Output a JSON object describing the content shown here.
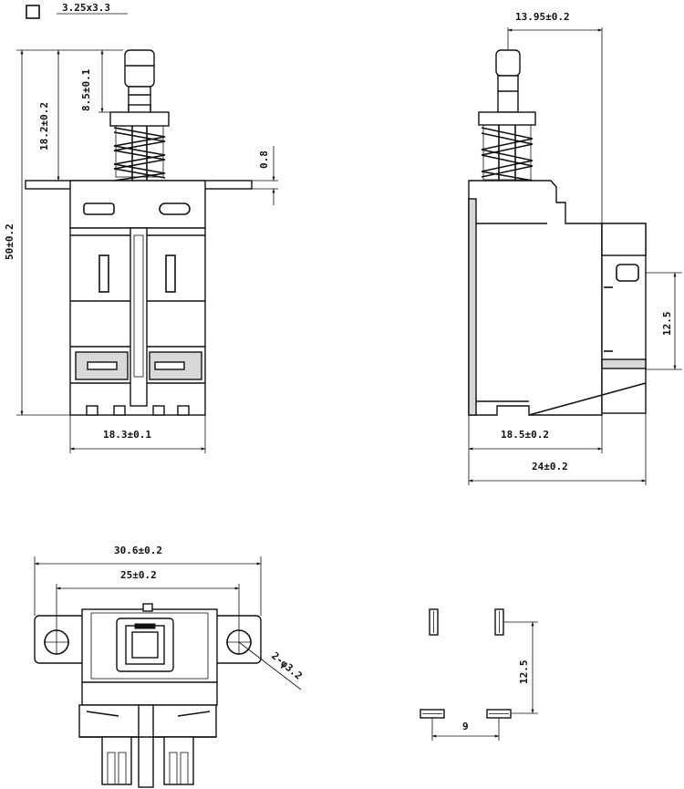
{
  "front_view": {
    "section_label": "3.25x3.3",
    "pushbutton_length": "8.5±0.1",
    "to_flange": "18.2±0.2",
    "overall_height": "50±0.2",
    "flange_thickness": "0.8",
    "body_width": "18.3±0.1"
  },
  "side_view": {
    "plunger_offset": "13.95±0.2",
    "terminal_pitch": "12.5",
    "body_depth": "18.5±0.2",
    "overall_depth": "24±0.2"
  },
  "bottom_view": {
    "flange_length": "30.6±0.2",
    "hole_pitch": "25±0.2",
    "hole_spec": "2-φ3.2"
  },
  "pcb_layout": {
    "vertical_pitch": "12.5",
    "horizontal_pitch": "9"
  }
}
